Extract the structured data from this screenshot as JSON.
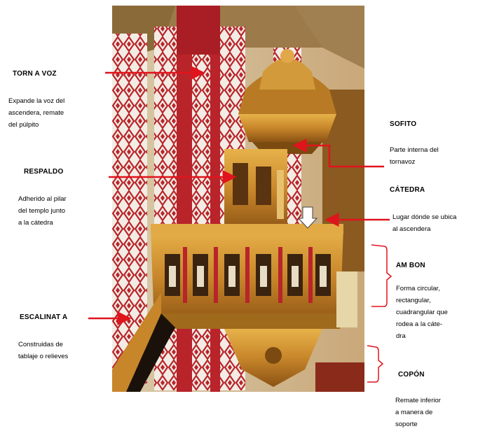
{
  "annotations": [
    {
      "key": "tornavoz",
      "label": "TORN A VOZ",
      "desc": [
        "Expande la voz del",
        "ascendera, remate",
        "del púlpito"
      ]
    },
    {
      "key": "respaldo",
      "label": "RESPALDO",
      "desc": [
        "Adherido al pilar",
        "del templo junto",
        "a la cátedra"
      ]
    },
    {
      "key": "escalinata",
      "label": "ESCALINAT A",
      "desc": [
        "Construidas de",
        "tablaje o relieves"
      ]
    },
    {
      "key": "sofito",
      "label": "SOFITO",
      "desc": [
        "Parte interna del",
        "tornavoz"
      ]
    },
    {
      "key": "catedra",
      "label": "CÁTEDRA",
      "desc": [
        "Lugar dónde se ubica",
        "al ascendera"
      ]
    },
    {
      "key": "ambon",
      "label": "AM BON",
      "desc": [
        "Forma circular,",
        "rectangular,",
        "cuadrangular que",
        "rodea a la cáte-",
        "dra"
      ]
    },
    {
      "key": "copon",
      "label": "COPÓN",
      "desc": [
        "Remate inferior",
        "a manera de",
        "soporte"
      ]
    }
  ],
  "colors": {
    "arrow": "#e0141c",
    "pillar_red": "#b8242a",
    "gold": "#c8922a",
    "dark_gold": "#7a4a10"
  }
}
